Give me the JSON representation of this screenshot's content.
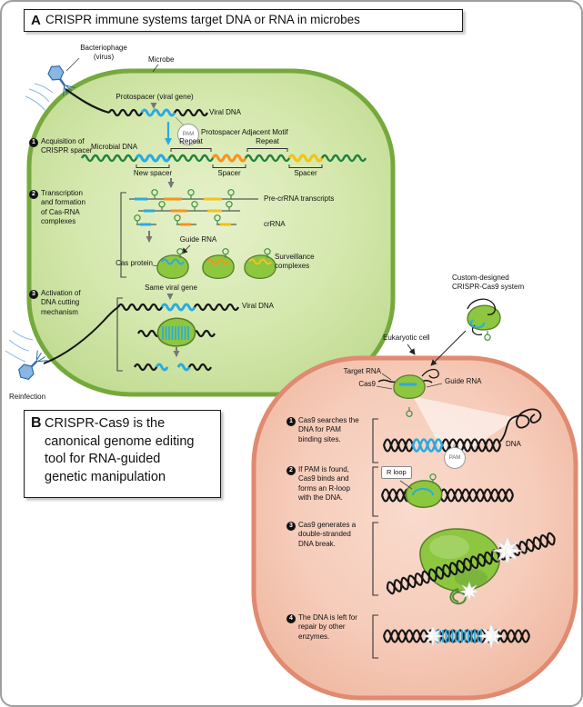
{
  "figure": {
    "panelA": {
      "letter": "A",
      "title": "CRISPR immune systems target DNA or RNA in microbes",
      "steps": [
        {
          "num": "1",
          "text": "Acquisition of\nCRISPR spacer"
        },
        {
          "num": "2",
          "text": "Transcription\nand formation\nof Cas-RNA\ncomplexes"
        },
        {
          "num": "3",
          "text": "Activation of\nDNA cutting\nmechanism"
        }
      ],
      "labels": {
        "bacteriophage": "Bacteriophage\n(virus)",
        "microbe": "Microbe",
        "protospacer": "Protospacer (viral gene)",
        "viralDna": "Viral DNA",
        "pam": "PAM",
        "pamFull": "Protospacer Adjacent Motif",
        "microbialDna": "Microbial DNA",
        "repeat1": "Repeat",
        "repeat2": "Repeat",
        "newSpacer": "New spacer",
        "spacer1": "Spacer",
        "spacer2": "Spacer",
        "preCrRna": "Pre-crRNA transcripts",
        "crRna": "crRNA",
        "guideRna": "Guide RNA",
        "casProtein": "Cas protein",
        "surveillance": "Surveillance\ncomplexes",
        "sameViralGene": "Same viral gene",
        "viralDna2": "Viral DNA",
        "reinfection": "Reinfection"
      }
    },
    "panelB": {
      "letter": "B",
      "title": "CRISPR-Cas9 is the\ncanonical genome editing\ntool for RNA-guided\ngenetic manipulation",
      "steps": [
        {
          "num": "1",
          "text": "Cas9 searches the\nDNA for PAM\nbinding sites."
        },
        {
          "num": "2",
          "text": "If PAM is found,\nCas9 binds and\nforms an R-loop\nwith the DNA."
        },
        {
          "num": "3",
          "text": "Cas9 generates a\ndouble-stranded\nDNA break."
        },
        {
          "num": "4",
          "text": "The DNA is left for\nrepair by other\nenzymes."
        }
      ],
      "labels": {
        "customSystem": "Custom-designed\nCRISPR-Cas9 system",
        "eukaryoticCell": "Eukaryotic cell",
        "targetRna": "Target RNA",
        "cas9": "Cas9",
        "guideRna": "Guide RNA",
        "dna": "DNA",
        "pam": "PAM",
        "rLoop": "R loop"
      }
    },
    "colors": {
      "microbeCellFill": "#d5e8ae",
      "microbeCellBorder": "#76a93c",
      "eukaryoteCellFill": "#f6ccba",
      "eukaryoteCellBorder": "#e08a70",
      "casProteinGreen": "#8dc63f",
      "spacerBlue": "#29abe2",
      "spacerOrange": "#f7941d",
      "spacerYellow": "#f0c419",
      "microbialDnaGreen": "#20803c",
      "phageBlue": "#8ab6e4",
      "dnaBlack": "#151515"
    }
  }
}
